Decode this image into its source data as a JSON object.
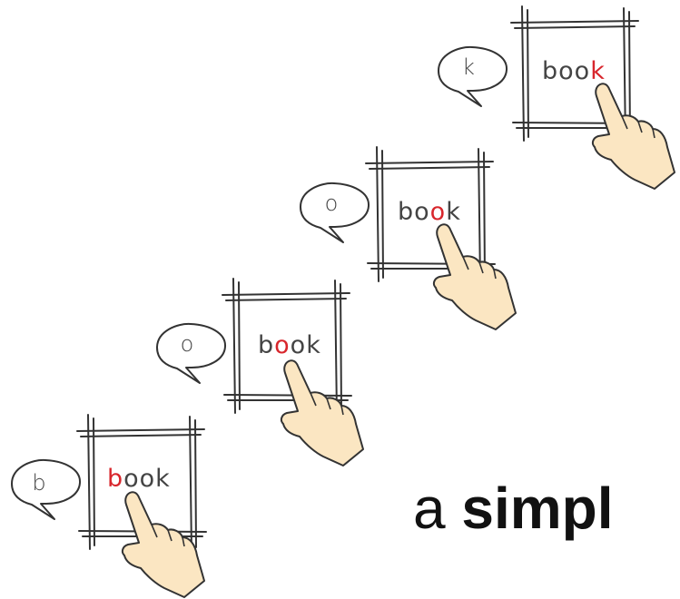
{
  "steps": [
    {
      "bubble": "b",
      "word_before": "",
      "word_hl": "b",
      "word_after": "ook"
    },
    {
      "bubble": "o",
      "word_before": "b",
      "word_hl": "o",
      "word_after": "ok"
    },
    {
      "bubble": "o",
      "word_before": "bo",
      "word_hl": "o",
      "word_after": "k"
    },
    {
      "bubble": "k",
      "word_before": "boo",
      "word_hl": "k",
      "word_after": ""
    }
  ],
  "caption": {
    "lead": "a ",
    "bold": "simpl"
  },
  "colors": {
    "highlight": "#d8262c",
    "ink": "#333333",
    "hand_fill": "#fbe6c2"
  },
  "icons": {
    "bubble": "speech-bubble-icon",
    "hand": "pointing-hand-icon",
    "frame": "sketch-frame"
  }
}
